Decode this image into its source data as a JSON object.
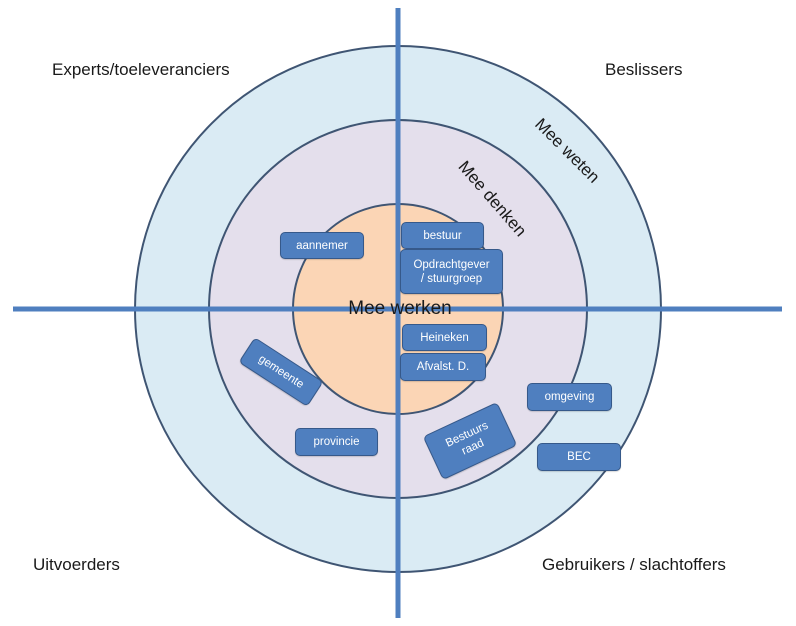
{
  "diagram": {
    "type": "stakeholder-onion",
    "colors": {
      "outer_ring": "#daebf4",
      "middle_ring": "#e4dfec",
      "inner_circle": "#fbd5b5",
      "ring_stroke": "#3f5573",
      "axis_lines": "#4f7fbf",
      "box_fill": "#4f7fbf",
      "box_text": "#ffffff"
    },
    "quadrants": {
      "top_left": "Experts/toeleveranciers",
      "top_right": "Beslissers",
      "bottom_left": "Uitvoerders",
      "bottom_right": "Gebruikers / slachtoffers"
    },
    "rings": {
      "outer": "Mee weten",
      "middle": "Mee denken",
      "inner": "Mee werken"
    },
    "stakeholders": [
      {
        "id": "aannemer",
        "label": "aannemer",
        "ring": "middle",
        "quadrant": "top_left"
      },
      {
        "id": "bestuur",
        "label": "bestuur",
        "ring": "inner",
        "quadrant": "top_right"
      },
      {
        "id": "opdrachtgever",
        "label": "Opdrachtgever / stuurgroep",
        "line1": "Opdrachtgever",
        "line2": "/ stuurgroep",
        "ring": "inner",
        "quadrant": "top_right"
      },
      {
        "id": "heineken",
        "label": "Heineken",
        "ring": "inner",
        "quadrant": "bottom_right"
      },
      {
        "id": "afvalst",
        "label": "Afvalst. D.",
        "ring": "inner",
        "quadrant": "bottom_right"
      },
      {
        "id": "gemeente",
        "label": "gemeente",
        "ring": "middle",
        "quadrant": "bottom_left"
      },
      {
        "id": "provincie",
        "label": "provincie",
        "ring": "middle",
        "quadrant": "bottom_left"
      },
      {
        "id": "bestuursraad",
        "label": "Bestuurs raad",
        "line1": "Bestuurs",
        "line2": "raad",
        "ring": "middle",
        "quadrant": "bottom_right"
      },
      {
        "id": "omgeving",
        "label": "omgeving",
        "ring": "outer",
        "quadrant": "bottom_right"
      },
      {
        "id": "bec",
        "label": "BEC",
        "ring": "outer",
        "quadrant": "bottom_right"
      }
    ]
  }
}
